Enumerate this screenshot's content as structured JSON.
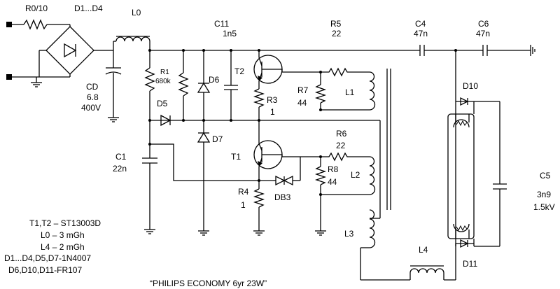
{
  "labels": {
    "r0": "R0/10",
    "d1d4": "D1...D4",
    "l0": "L0",
    "c11": "C11",
    "c11_val": "1n5",
    "r5": "R5",
    "r5_val": "22",
    "c4": "C4",
    "c4_val": "47n",
    "c6": "C6",
    "c6_val": "47n",
    "cd": "CD",
    "cd_val1": "6.8",
    "cd_val2": "400V",
    "r1": "R1",
    "r1_val": "680k",
    "d6": "D6",
    "t2": "T2",
    "r7": "R7",
    "r7_val": "44",
    "r3": "R3",
    "r3_val": "1",
    "l1": "L1",
    "d10": "D10",
    "d5": "D5",
    "d7": "D7",
    "c1": "C1",
    "c1_val": "22n",
    "t1": "T1",
    "r6": "R6",
    "r6_val": "22",
    "r8": "R8",
    "r8_val": "44",
    "l2": "L2",
    "c5": "C5",
    "c5_val1": "3n9",
    "c5_val2": "1.5kV",
    "r4": "R4",
    "r4_val": "1",
    "db3": "DB3",
    "l3": "L3",
    "l4": "L4",
    "d11": "D11"
  },
  "notes": [
    "T1,T2 – ST13003D",
    "L0 – 3 mGh",
    "L4 – 2 mGh",
    "D1...D4,D5,D7-1N4007",
    "D6,D10,D11-FR107"
  ],
  "caption": "“PHILIPS ECONOMY 6yr 23W”"
}
